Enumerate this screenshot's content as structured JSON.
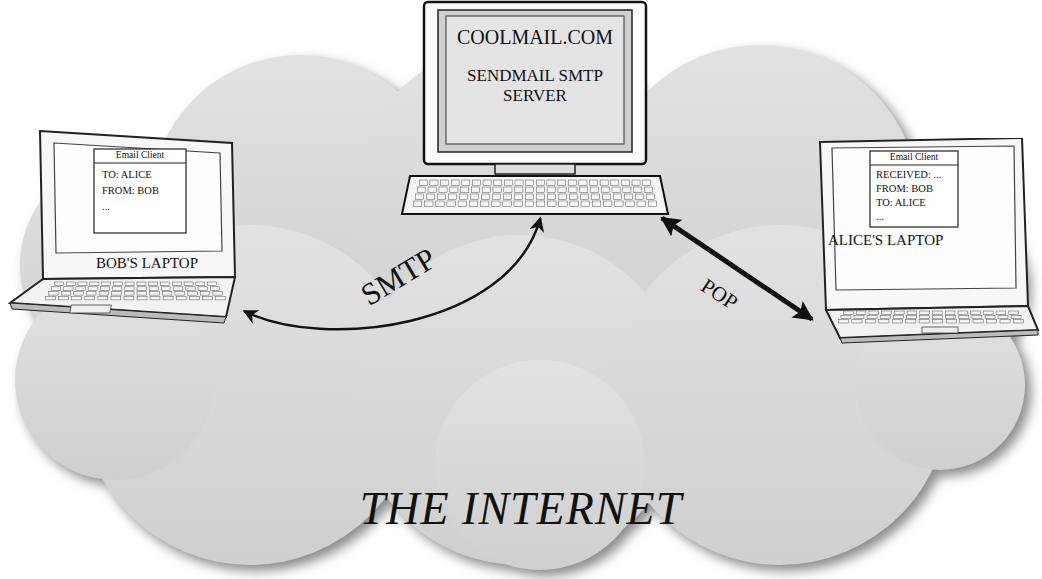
{
  "diagram": {
    "nodes": [
      {
        "text": [
          "Email Client",
          "TO: ALICE",
          "FROM: BOB",
          "...",
          "BOB'S LAPTOP"
        ]
      },
      {
        "text": [
          "COOLMAIL.COM",
          "SENDMAIL SMTP SERVER"
        ]
      },
      {
        "text": [
          "Email Client",
          "RECEIVED: ...",
          "FROM: BOB",
          "TO: ALICE",
          "...",
          "ALICE'S LAPTOP"
        ]
      }
    ],
    "edges": [
      {
        "from": 0,
        "to": 1,
        "label": "SMTP",
        "arrow": "both"
      },
      {
        "from": 1,
        "to": 2,
        "label": "POP",
        "arrow": "both"
      }
    ],
    "labels": [
      "THE INTERNET"
    ]
  }
}
